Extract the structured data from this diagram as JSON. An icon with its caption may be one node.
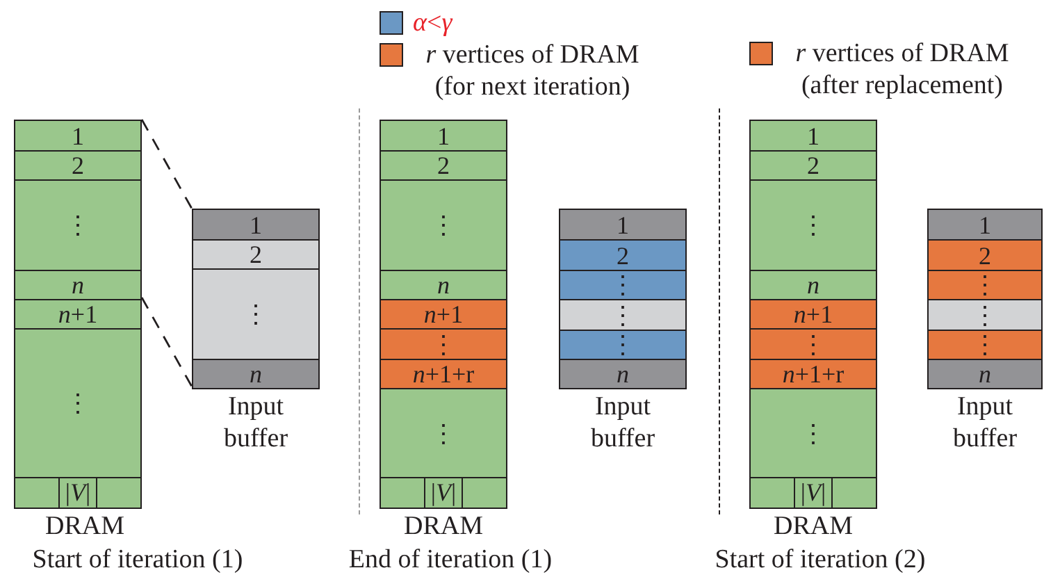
{
  "diagram": {
    "nodes": [
      {
        "text": [
          "DRAM"
        ],
        "beside": [
          "Start of iteration (1)"
        ]
      },
      {
        "text": [
          "1"
        ],
        "in": 0
      },
      {
        "text": [
          "2"
        ],
        "in": 0
      },
      {
        "text": [
          "⋮"
        ],
        "in": 0
      },
      {
        "text": [
          "*n*"
        ],
        "in": 0
      },
      {
        "text": [
          "*n*+1"
        ],
        "in": 0
      },
      {
        "text": [
          "⋮"
        ],
        "in": 0
      },
      {
        "text": [
          "|*V*|"
        ],
        "in": 0
      },
      {
        "text": [
          "Input buffer"
        ]
      },
      {
        "text": [
          "1"
        ],
        "in": 8
      },
      {
        "text": [
          "2"
        ],
        "in": 8
      },
      {
        "text": [
          "⋮"
        ],
        "in": 8
      },
      {
        "text": [
          "*n*"
        ],
        "in": 8
      },
      {
        "text": [
          "DRAM"
        ],
        "beside": [
          "End of iteration (1)"
        ]
      },
      {
        "text": [
          "1"
        ],
        "in": 13
      },
      {
        "text": [
          "2"
        ],
        "in": 13
      },
      {
        "text": [
          "⋮"
        ],
        "in": 13
      },
      {
        "text": [
          "*n*"
        ],
        "in": 13
      },
      {
        "text": [
          "*n*+1"
        ],
        "in": 13
      },
      {
        "text": [
          "⋮"
        ],
        "in": 13
      },
      {
        "text": [
          "*n*+1+r"
        ],
        "in": 13
      },
      {
        "text": [
          "⋮"
        ],
        "in": 13
      },
      {
        "text": [
          "|*V*|"
        ],
        "in": 13
      },
      {
        "text": [
          "Input buffer"
        ]
      },
      {
        "text": [
          "1"
        ],
        "in": 23
      },
      {
        "text": [
          "2"
        ],
        "in": 23
      },
      {
        "text": [
          "⋮"
        ],
        "in": 23
      },
      {
        "text": [
          "⋮"
        ],
        "in": 23
      },
      {
        "text": [
          "⋮"
        ],
        "in": 23
      },
      {
        "text": [
          "*n*"
        ],
        "in": 23
      },
      {
        "text": [
          "DRAM"
        ],
        "beside": [
          "Start of iteration (2)"
        ]
      },
      {
        "text": [
          "1"
        ],
        "in": 30
      },
      {
        "text": [
          "2"
        ],
        "in": 30
      },
      {
        "text": [
          "⋮"
        ],
        "in": 30
      },
      {
        "text": [
          "*n*"
        ],
        "in": 30
      },
      {
        "text": [
          "*n*+1"
        ],
        "in": 30
      },
      {
        "text": [
          "⋮"
        ],
        "in": 30
      },
      {
        "text": [
          "*n*+1+r"
        ],
        "in": 30
      },
      {
        "text": [
          "⋮"
        ],
        "in": 30
      },
      {
        "text": [
          "|*V*|"
        ],
        "in": 30
      },
      {
        "text": [
          "Input buffer"
        ]
      },
      {
        "text": [
          "1"
        ],
        "in": 40
      },
      {
        "text": [
          "2"
        ],
        "in": 40
      },
      {
        "text": [
          "⋮"
        ],
        "in": 40
      },
      {
        "text": [
          "⋮"
        ],
        "in": 40
      },
      {
        "text": [
          "⋮"
        ],
        "in": 40
      },
      {
        "text": [
          "*n*"
        ],
        "in": 40
      }
    ],
    "edges": [
      {
        "from": 0,
        "to": 8,
        "arrow": "none",
        "style": "dashed"
      },
      {
        "from": 0,
        "to": 8,
        "arrow": "none",
        "style": "dashed"
      }
    ],
    "legend": [
      {
        "text": "*α*<*γ*",
        "color": "#6b98c4"
      },
      {
        "text": "*r* vertices of DRAM (for next iteration)",
        "color": "#e6783f"
      },
      {
        "text": "*r* vertices of DRAM (after replacement)",
        "color": "#e6783f"
      }
    ]
  }
}
